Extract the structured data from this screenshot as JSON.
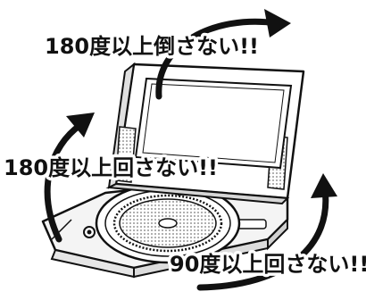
{
  "labels": {
    "tilt_warning": "180度以上倒さない!!",
    "rotate_upper_warning": "180度以上回さない!!",
    "rotate_lower_warning": "90度以上回さない!!"
  },
  "colors": {
    "ink": "#111111",
    "background": "#ffffff",
    "speaker_mesh": "#777777"
  }
}
